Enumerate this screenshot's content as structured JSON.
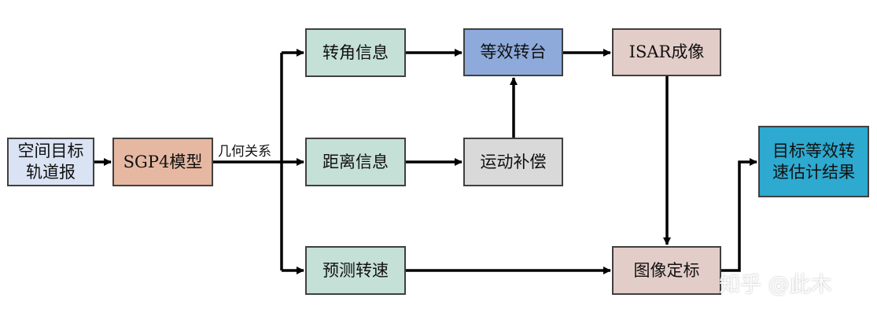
{
  "nodes": {
    "orbit": {
      "line1": "空间目标",
      "line2": "轨道报",
      "color": "#dae3f3"
    },
    "sgp4": {
      "label": "SGP4模型",
      "color": "#e6b8a2"
    },
    "angle": {
      "label": "转角信息",
      "color": "#c5e0d7"
    },
    "range": {
      "label": "距离信息",
      "color": "#c5e0d7"
    },
    "predict": {
      "label": "预测转速",
      "color": "#c5e0d7"
    },
    "turntable": {
      "label": "等效转台",
      "color": "#8eaadb"
    },
    "motion": {
      "label": "运动补偿",
      "color": "#d9d9d9"
    },
    "isar": {
      "label": "ISAR成像",
      "color": "#e3cdc8"
    },
    "calib": {
      "label": "图像定标",
      "color": "#e3cdc8"
    },
    "result": {
      "line1": "目标等效转",
      "line2": "速估计结果",
      "color": "#2ea9cf"
    }
  },
  "edge_label": "几何关系",
  "watermark": "知乎 @此木",
  "edges": [
    [
      "orbit",
      "sgp4"
    ],
    [
      "sgp4",
      "angle"
    ],
    [
      "sgp4",
      "range"
    ],
    [
      "sgp4",
      "predict"
    ],
    [
      "angle",
      "turntable"
    ],
    [
      "range",
      "motion"
    ],
    [
      "motion",
      "turntable"
    ],
    [
      "turntable",
      "isar"
    ],
    [
      "isar",
      "calib"
    ],
    [
      "predict",
      "calib"
    ],
    [
      "calib",
      "result"
    ]
  ]
}
